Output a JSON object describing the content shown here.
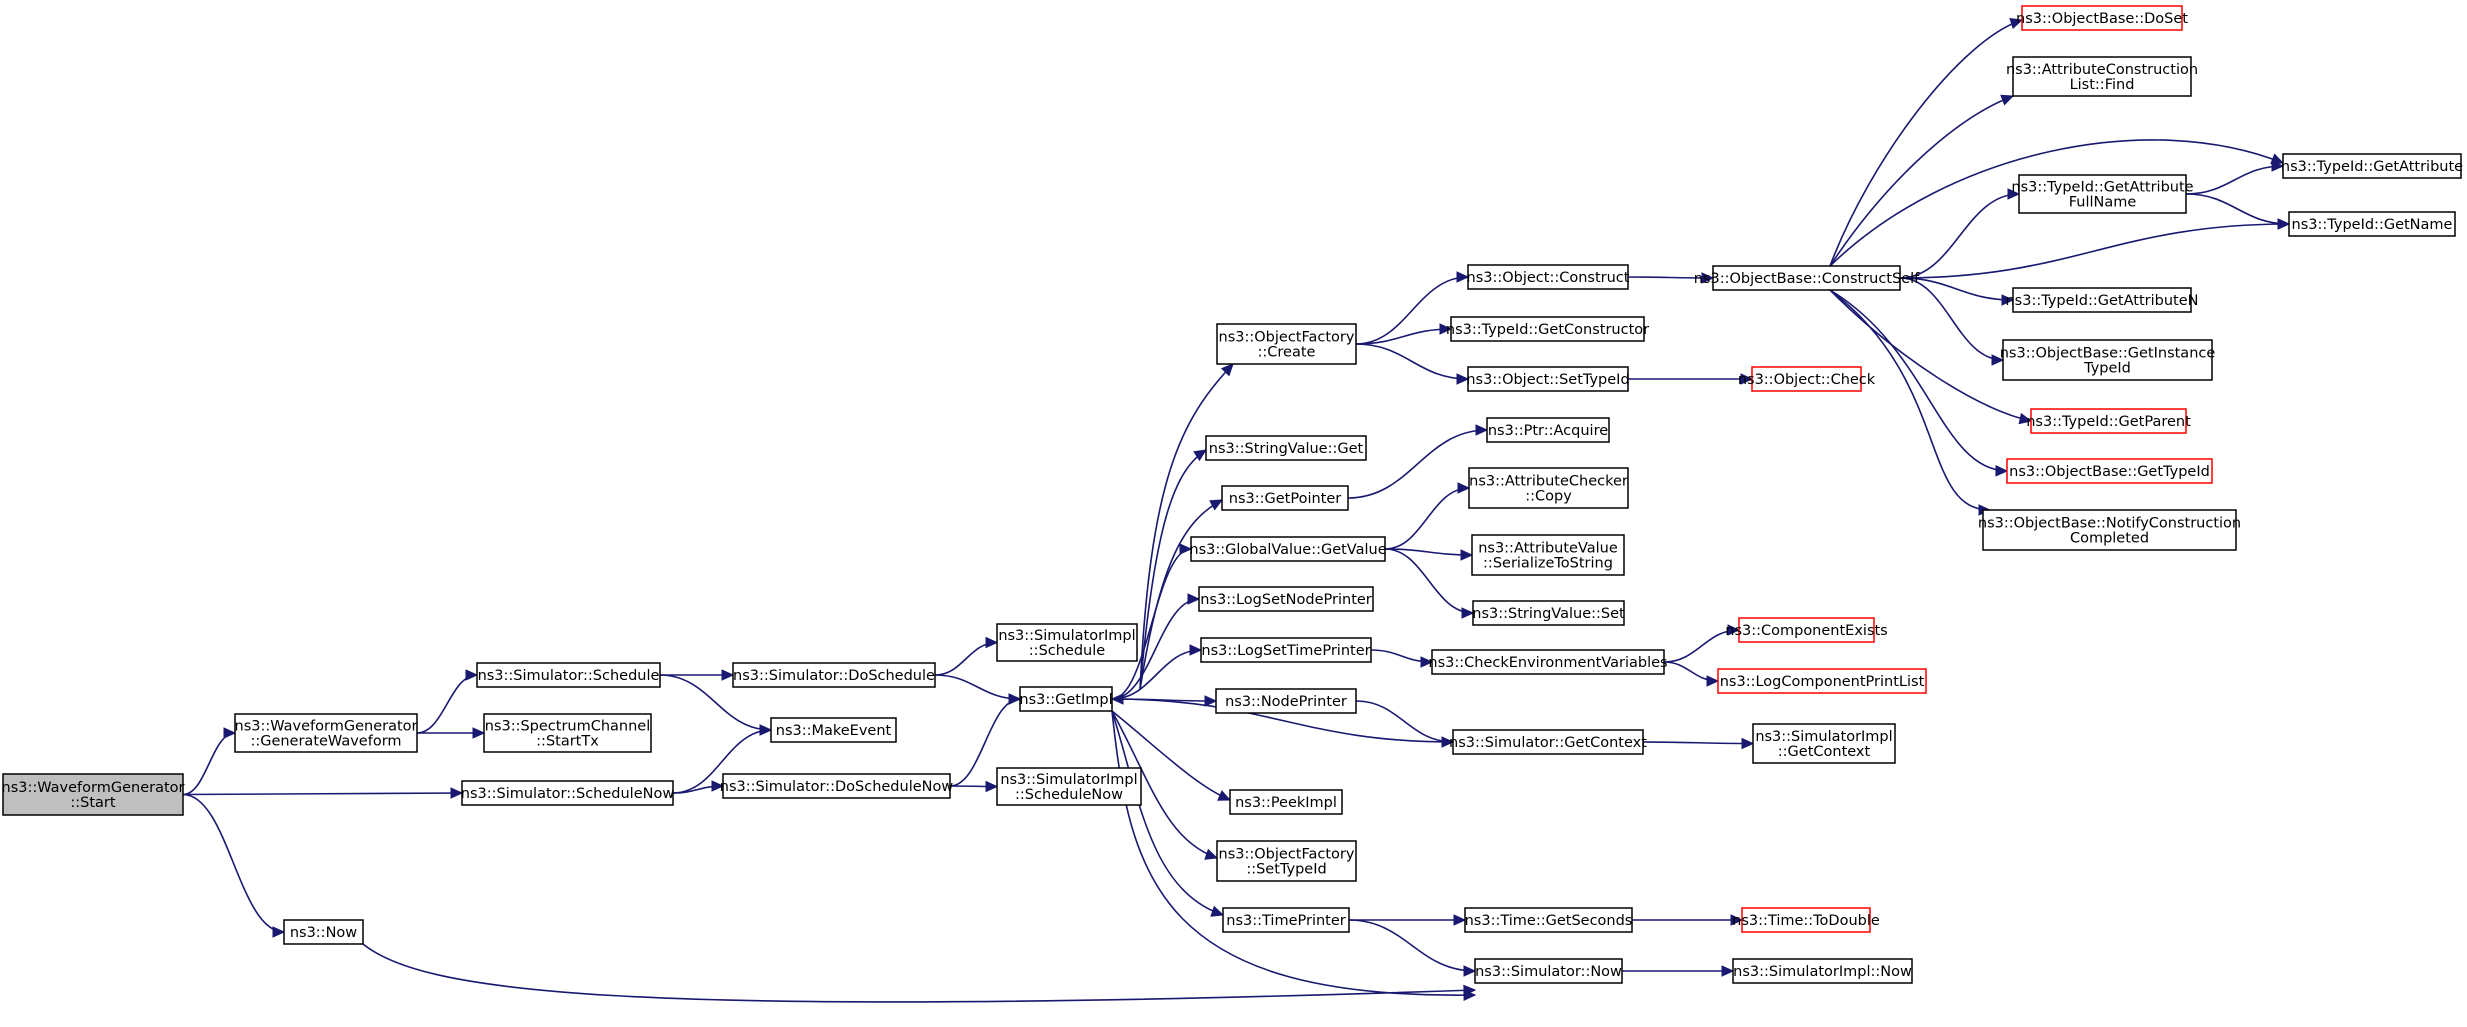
{
  "nodes": [
    {
      "id": "start",
      "label": [
        "ns3::WaveformGenerator",
        "::Start"
      ],
      "border": "root"
    },
    {
      "id": "genwave",
      "label": [
        "ns3::WaveformGenerator",
        "::GenerateWaveform"
      ],
      "border": "black"
    },
    {
      "id": "now_root",
      "label": [
        "ns3::Now"
      ],
      "border": "black"
    },
    {
      "id": "schedule",
      "label": [
        "ns3::Simulator::Schedule"
      ],
      "border": "black"
    },
    {
      "id": "starttx",
      "label": [
        "ns3::SpectrumChannel",
        "::StartTx"
      ],
      "border": "black"
    },
    {
      "id": "schedulenow",
      "label": [
        "ns3::Simulator::ScheduleNow"
      ],
      "border": "black"
    },
    {
      "id": "doschedule",
      "label": [
        "ns3::Simulator::DoSchedule"
      ],
      "border": "black"
    },
    {
      "id": "makeevent",
      "label": [
        "ns3::MakeEvent"
      ],
      "border": "black"
    },
    {
      "id": "doschedulenow",
      "label": [
        "ns3::Simulator::DoScheduleNow"
      ],
      "border": "black"
    },
    {
      "id": "simimpl_schedule",
      "label": [
        "ns3::SimulatorImpl",
        "::Schedule"
      ],
      "border": "black"
    },
    {
      "id": "getimpl",
      "label": [
        "ns3::GetImpl"
      ],
      "border": "black"
    },
    {
      "id": "simimpl_schedulenow",
      "label": [
        "ns3::SimulatorImpl",
        "::ScheduleNow"
      ],
      "border": "black"
    },
    {
      "id": "objfactory_create",
      "label": [
        "ns3::ObjectFactory",
        "::Create"
      ],
      "border": "black"
    },
    {
      "id": "stringvalue_get",
      "label": [
        "ns3::StringValue::Get"
      ],
      "border": "black"
    },
    {
      "id": "getpointer",
      "label": [
        "ns3::GetPointer"
      ],
      "border": "black"
    },
    {
      "id": "globalvalue_getvalue",
      "label": [
        "ns3::GlobalValue::GetValue"
      ],
      "border": "black"
    },
    {
      "id": "logsetnodeprinter",
      "label": [
        "ns3::LogSetNodePrinter"
      ],
      "border": "black"
    },
    {
      "id": "logsettimeprinter",
      "label": [
        "ns3::LogSetTimePrinter"
      ],
      "border": "black"
    },
    {
      "id": "nodeprinter",
      "label": [
        "ns3::NodePrinter"
      ],
      "border": "black"
    },
    {
      "id": "peekimpl",
      "label": [
        "ns3::PeekImpl"
      ],
      "border": "black"
    },
    {
      "id": "objfactory_settypeid",
      "label": [
        "ns3::ObjectFactory",
        "::SetTypeId"
      ],
      "border": "black"
    },
    {
      "id": "timeprinter",
      "label": [
        "ns3::TimePrinter"
      ],
      "border": "black"
    },
    {
      "id": "object_construct",
      "label": [
        "ns3::Object::Construct"
      ],
      "border": "black"
    },
    {
      "id": "typeid_getconstructor",
      "label": [
        "ns3::TypeId::GetConstructor"
      ],
      "border": "black"
    },
    {
      "id": "object_settypeid",
      "label": [
        "ns3::Object::SetTypeId"
      ],
      "border": "black"
    },
    {
      "id": "ptr_acquire",
      "label": [
        "ns3::Ptr::Acquire"
      ],
      "border": "black"
    },
    {
      "id": "attrchecker_copy",
      "label": [
        "ns3::AttributeChecker",
        "::Copy"
      ],
      "border": "black"
    },
    {
      "id": "attrvalue_serialize",
      "label": [
        "ns3::AttributeValue",
        "::SerializeToString"
      ],
      "border": "black"
    },
    {
      "id": "stringvalue_set",
      "label": [
        "ns3::StringValue::Set"
      ],
      "border": "black"
    },
    {
      "id": "checkenv",
      "label": [
        "ns3::CheckEnvironmentVariables"
      ],
      "border": "black"
    },
    {
      "id": "sim_getcontext",
      "label": [
        "ns3::Simulator::GetContext"
      ],
      "border": "black"
    },
    {
      "id": "time_getseconds",
      "label": [
        "ns3::Time::GetSeconds"
      ],
      "border": "black"
    },
    {
      "id": "sim_now",
      "label": [
        "ns3::Simulator::Now"
      ],
      "border": "black"
    },
    {
      "id": "objbase_constructself",
      "label": [
        "ns3::ObjectBase::ConstructSelf"
      ],
      "border": "black"
    },
    {
      "id": "object_check",
      "label": [
        "ns3::Object::Check"
      ],
      "border": "red"
    },
    {
      "id": "componentexists",
      "label": [
        "ns3::ComponentExists"
      ],
      "border": "red"
    },
    {
      "id": "logcomponentprintlist",
      "label": [
        "ns3::LogComponentPrintList"
      ],
      "border": "red"
    },
    {
      "id": "simimpl_getcontext",
      "label": [
        "ns3::SimulatorImpl",
        "::GetContext"
      ],
      "border": "black"
    },
    {
      "id": "time_todouble",
      "label": [
        "ns3::Time::ToDouble"
      ],
      "border": "red"
    },
    {
      "id": "simimpl_now",
      "label": [
        "ns3::SimulatorImpl::Now"
      ],
      "border": "black"
    },
    {
      "id": "objbase_doset",
      "label": [
        "ns3::ObjectBase::DoSet"
      ],
      "border": "red"
    },
    {
      "id": "attrconstlist_find",
      "label": [
        "ns3::AttributeConstruction",
        "List::Find"
      ],
      "border": "black"
    },
    {
      "id": "typeid_getattributefullname",
      "label": [
        "ns3::TypeId::GetAttribute",
        "FullName"
      ],
      "border": "black"
    },
    {
      "id": "typeid_getattributen",
      "label": [
        "ns3::TypeId::GetAttributeN"
      ],
      "border": "black"
    },
    {
      "id": "objbase_getinstancetypeid",
      "label": [
        "ns3::ObjectBase::GetInstance",
        "TypeId"
      ],
      "border": "black"
    },
    {
      "id": "typeid_getparent",
      "label": [
        "ns3::TypeId::GetParent"
      ],
      "border": "red"
    },
    {
      "id": "objbase_gettypeid",
      "label": [
        "ns3::ObjectBase::GetTypeId"
      ],
      "border": "red"
    },
    {
      "id": "objbase_notifyconstruction",
      "label": [
        "ns3::ObjectBase::NotifyConstruction",
        "Completed"
      ],
      "border": "black"
    },
    {
      "id": "typeid_getattribute",
      "label": [
        "ns3::TypeId::GetAttribute"
      ],
      "border": "black"
    },
    {
      "id": "typeid_getname",
      "label": [
        "ns3::TypeId::GetName"
      ],
      "border": "black"
    }
  ],
  "edges": [
    [
      "start",
      "genwave"
    ],
    [
      "start",
      "now_root"
    ],
    [
      "start",
      "schedulenow"
    ],
    [
      "genwave",
      "schedule"
    ],
    [
      "genwave",
      "starttx"
    ],
    [
      "schedule",
      "doschedule"
    ],
    [
      "schedule",
      "makeevent"
    ],
    [
      "schedulenow",
      "makeevent"
    ],
    [
      "schedulenow",
      "doschedulenow"
    ],
    [
      "doschedule",
      "simimpl_schedule"
    ],
    [
      "doschedule",
      "getimpl"
    ],
    [
      "doschedulenow",
      "getimpl"
    ],
    [
      "doschedulenow",
      "simimpl_schedulenow"
    ],
    [
      "now_root",
      "sim_now"
    ],
    [
      "getimpl",
      "objfactory_create"
    ],
    [
      "getimpl",
      "stringvalue_get"
    ],
    [
      "getimpl",
      "getpointer"
    ],
    [
      "getimpl",
      "globalvalue_getvalue"
    ],
    [
      "getimpl",
      "logsetnodeprinter"
    ],
    [
      "getimpl",
      "logsettimeprinter"
    ],
    [
      "getimpl",
      "nodeprinter"
    ],
    [
      "getimpl",
      "peekimpl"
    ],
    [
      "getimpl",
      "objfactory_settypeid"
    ],
    [
      "getimpl",
      "timeprinter"
    ],
    [
      "getimpl",
      "sim_now"
    ],
    [
      "sim_getcontext",
      "getimpl"
    ],
    [
      "objfactory_create",
      "object_construct"
    ],
    [
      "objfactory_create",
      "typeid_getconstructor"
    ],
    [
      "objfactory_create",
      "object_settypeid"
    ],
    [
      "getpointer",
      "ptr_acquire"
    ],
    [
      "globalvalue_getvalue",
      "attrchecker_copy"
    ],
    [
      "globalvalue_getvalue",
      "attrvalue_serialize"
    ],
    [
      "globalvalue_getvalue",
      "stringvalue_set"
    ],
    [
      "logsettimeprinter",
      "checkenv"
    ],
    [
      "nodeprinter",
      "sim_getcontext"
    ],
    [
      "timeprinter",
      "time_getseconds"
    ],
    [
      "timeprinter",
      "sim_now"
    ],
    [
      "object_construct",
      "objbase_constructself"
    ],
    [
      "object_settypeid",
      "object_check"
    ],
    [
      "checkenv",
      "componentexists"
    ],
    [
      "checkenv",
      "logcomponentprintlist"
    ],
    [
      "sim_getcontext",
      "simimpl_getcontext"
    ],
    [
      "time_getseconds",
      "time_todouble"
    ],
    [
      "sim_now",
      "simimpl_now"
    ],
    [
      "objbase_constructself",
      "objbase_doset"
    ],
    [
      "objbase_constructself",
      "attrconstlist_find"
    ],
    [
      "objbase_constructself",
      "typeid_getattribute"
    ],
    [
      "objbase_constructself",
      "typeid_getattributefullname"
    ],
    [
      "objbase_constructself",
      "typeid_getname"
    ],
    [
      "objbase_constructself",
      "typeid_getattributen"
    ],
    [
      "objbase_constructself",
      "objbase_getinstancetypeid"
    ],
    [
      "objbase_constructself",
      "typeid_getparent"
    ],
    [
      "objbase_constructself",
      "objbase_gettypeid"
    ],
    [
      "objbase_constructself",
      "objbase_notifyconstruction"
    ],
    [
      "typeid_getattributefullname",
      "typeid_getattribute"
    ],
    [
      "typeid_getattributefullname",
      "typeid_getname"
    ]
  ],
  "colors": {
    "edge": "#191970",
    "box_border": "#000000",
    "missing_border": "#ff0000",
    "root_fill": "#bfbfbf"
  }
}
